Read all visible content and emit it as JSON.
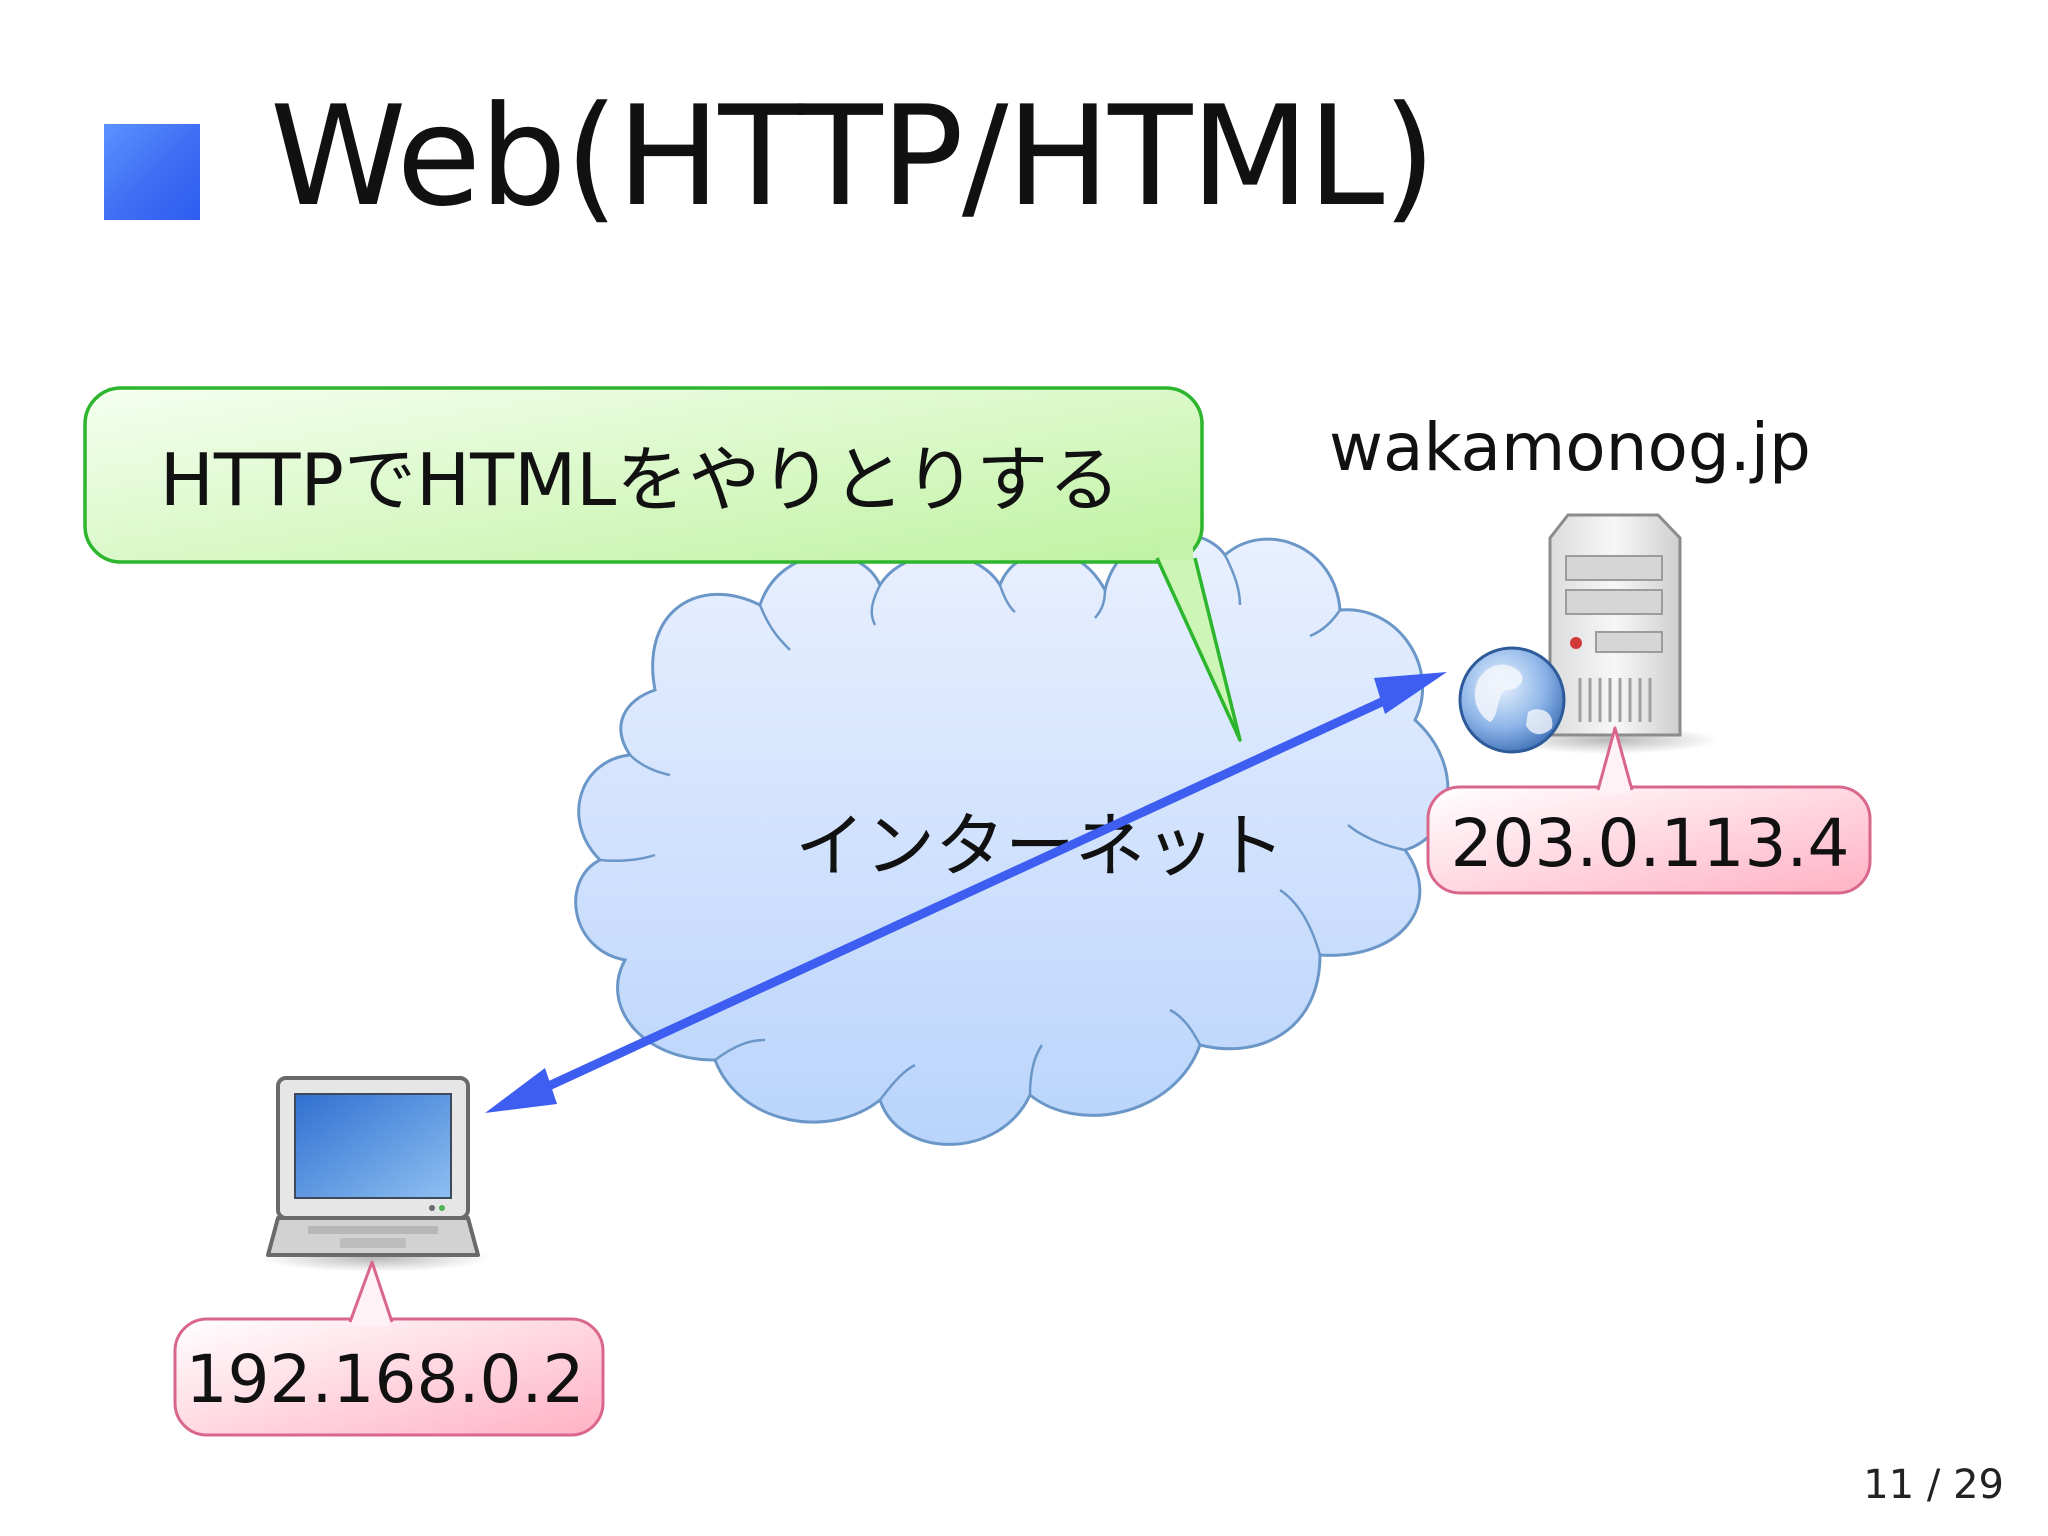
{
  "slide": {
    "title": "Web(HTTP/HTML)",
    "page_current": "11",
    "page_separator": "/",
    "page_total": "29"
  },
  "diagram": {
    "callout_text": "HTTPでHTMLをやりとりする",
    "cloud_label": "インターネット",
    "server_hostname": "wakamonog.jp",
    "server_ip": "203.0.113.4",
    "client_ip": "192.168.0.2"
  },
  "icons": {
    "bullet": "square-bullet-icon",
    "server": "web-server-icon",
    "globe": "globe-icon",
    "laptop": "laptop-icon",
    "cloud": "internet-cloud-icon",
    "arrow": "bidirectional-arrow-icon"
  },
  "colors": {
    "bullet_blue": "#3f6df3",
    "arrow_blue": "#3d5ef0",
    "callout_green_border": "#2db52d",
    "ip_tag_pink_border": "#d9678c",
    "cloud_blue": "#c9dcff"
  }
}
